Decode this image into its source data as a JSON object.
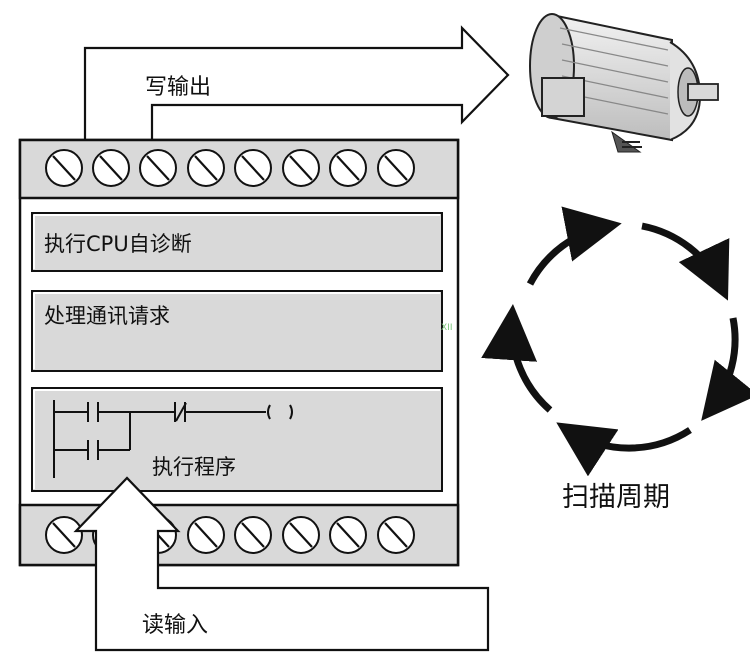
{
  "labels": {
    "write_output": "写输出",
    "cpu_self_diag": "执行CPU自诊断",
    "comm_request": "处理通讯请求",
    "execute_program": "执行程序",
    "read_input": "读输入",
    "scan_cycle": "扫描周期",
    "watermark": "XII"
  },
  "terminals": {
    "top_count": 8,
    "bottom_count": 8
  },
  "colors": {
    "panel": "#d9d9d9",
    "border": "#111111",
    "background": "#ffffff",
    "arrow_fill": "#ffffff",
    "motor": "#e6e6e6",
    "watermark": "#7cc47c"
  },
  "icons": [
    "motor-icon",
    "cycle-arrows-icon",
    "screw-terminal-icon"
  ]
}
